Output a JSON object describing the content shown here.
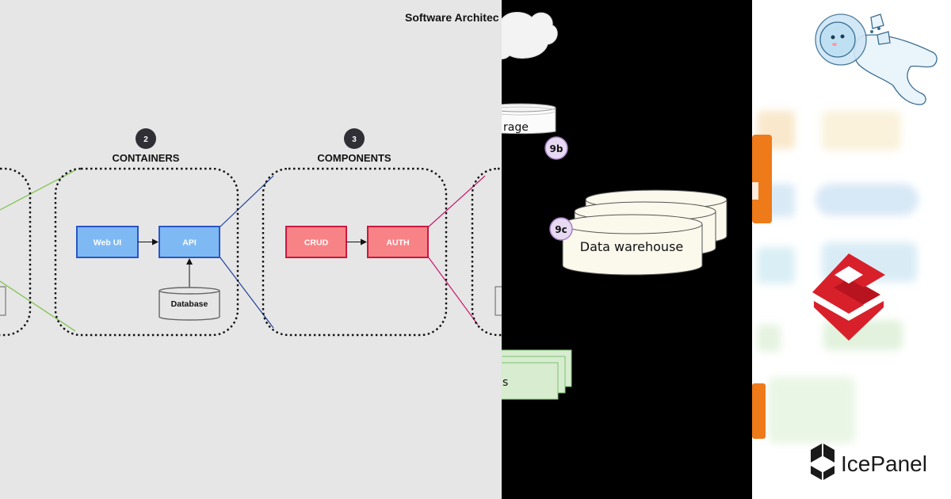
{
  "c4": {
    "title": "Software Architec",
    "levels": [
      {
        "number": "2",
        "label": "CONTAINERS"
      },
      {
        "number": "3",
        "label": "COMPONENTS"
      }
    ],
    "containers": {
      "web_ui": "Web UI",
      "api": "API",
      "database": "Database"
    },
    "components": {
      "crud": "CRUD",
      "auth": "AUTH"
    },
    "colors": {
      "container_fill": "#7fb9f4",
      "container_stroke": "#2a56c4",
      "component_fill": "#f88386",
      "component_stroke": "#c7193f",
      "link_green": "#7ac143",
      "link_blue": "#23409b",
      "link_magenta": "#c7176b"
    }
  },
  "dark_diagram": {
    "storage_label": "rage",
    "warehouse_label": "Data warehouse",
    "services_label": "s",
    "badges": [
      "9b",
      "9c"
    ],
    "colors": {
      "badge_fill": "#e8d9f3",
      "badge_stroke": "#a47fc4",
      "stack_fill": "#d8ecd0",
      "stack_stroke": "#7cbf73",
      "cyl_fill": "#fbf8ec"
    }
  },
  "brand": {
    "name": "IcePanel",
    "logo_color": "#d8202b",
    "mascot": "astronaut-yeti-icon"
  }
}
